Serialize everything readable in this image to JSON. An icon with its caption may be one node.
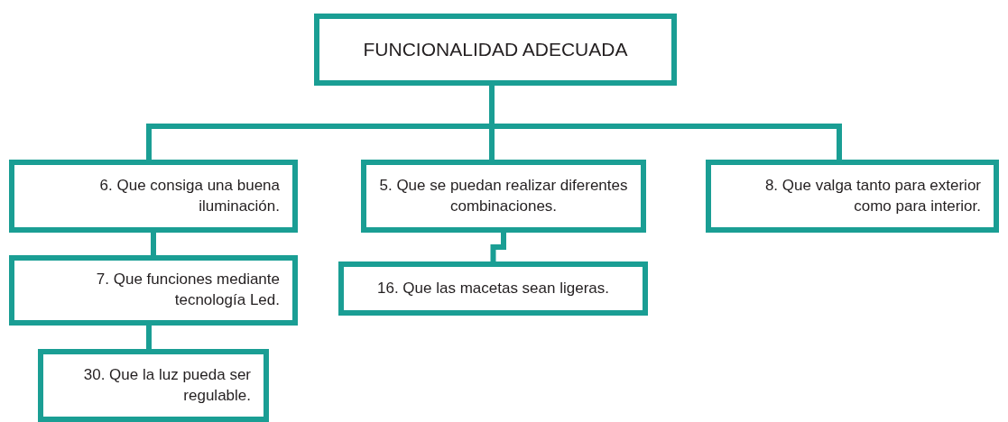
{
  "diagram": {
    "nodes": [
      {
        "text": [
          "FUNCIONALIDAD ADECUADA"
        ]
      },
      {
        "text": [
          "6. Que consiga una buena iluminación."
        ]
      },
      {
        "text": [
          "5. Que se puedan realizar diferentes combinaciones."
        ]
      },
      {
        "text": [
          "8. Que valga tanto para exterior como para interior."
        ]
      },
      {
        "text": [
          "7. Que funciones mediante tecnología Led."
        ]
      },
      {
        "text": [
          "16. Que las macetas sean ligeras."
        ]
      },
      {
        "text": [
          "30. Que la luz pueda ser regulable."
        ]
      }
    ],
    "edges": [
      {
        "from": 0,
        "to": 1,
        "arrow": "none"
      },
      {
        "from": 0,
        "to": 2,
        "arrow": "none"
      },
      {
        "from": 0,
        "to": 3,
        "arrow": "none"
      },
      {
        "from": 1,
        "to": 4,
        "arrow": "none"
      },
      {
        "from": 2,
        "to": 5,
        "arrow": "none"
      },
      {
        "from": 4,
        "to": 6,
        "arrow": "none"
      }
    ]
  }
}
